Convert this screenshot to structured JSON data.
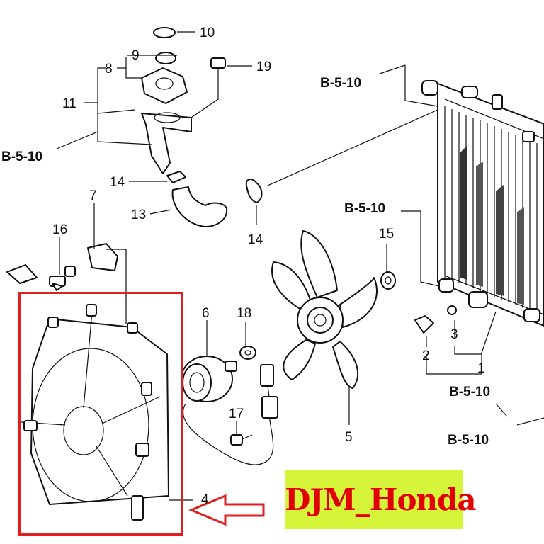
{
  "callouts": {
    "c1": "1",
    "c2": "2",
    "c3": "3",
    "c4": "4",
    "c5": "5",
    "c6": "6",
    "c7": "7",
    "c8": "8",
    "c9": "9",
    "c10": "10",
    "c11": "11",
    "c13": "13",
    "c14a": "14",
    "c14b": "14",
    "c15": "15",
    "c16": "16",
    "c17": "17",
    "c18": "18",
    "c19": "19"
  },
  "refs": {
    "r1": "B-5-10",
    "r2": "B-5-10",
    "r3": "B-5-10",
    "r4": "B-5-10",
    "r5": "B-5-10"
  },
  "watermark": {
    "text": "DJM_Honda",
    "bg_color": "#d6f53a",
    "text_color": "#e00000"
  },
  "highlight": {
    "color": "#e02020"
  },
  "arrow": {
    "color": "#e02020"
  }
}
